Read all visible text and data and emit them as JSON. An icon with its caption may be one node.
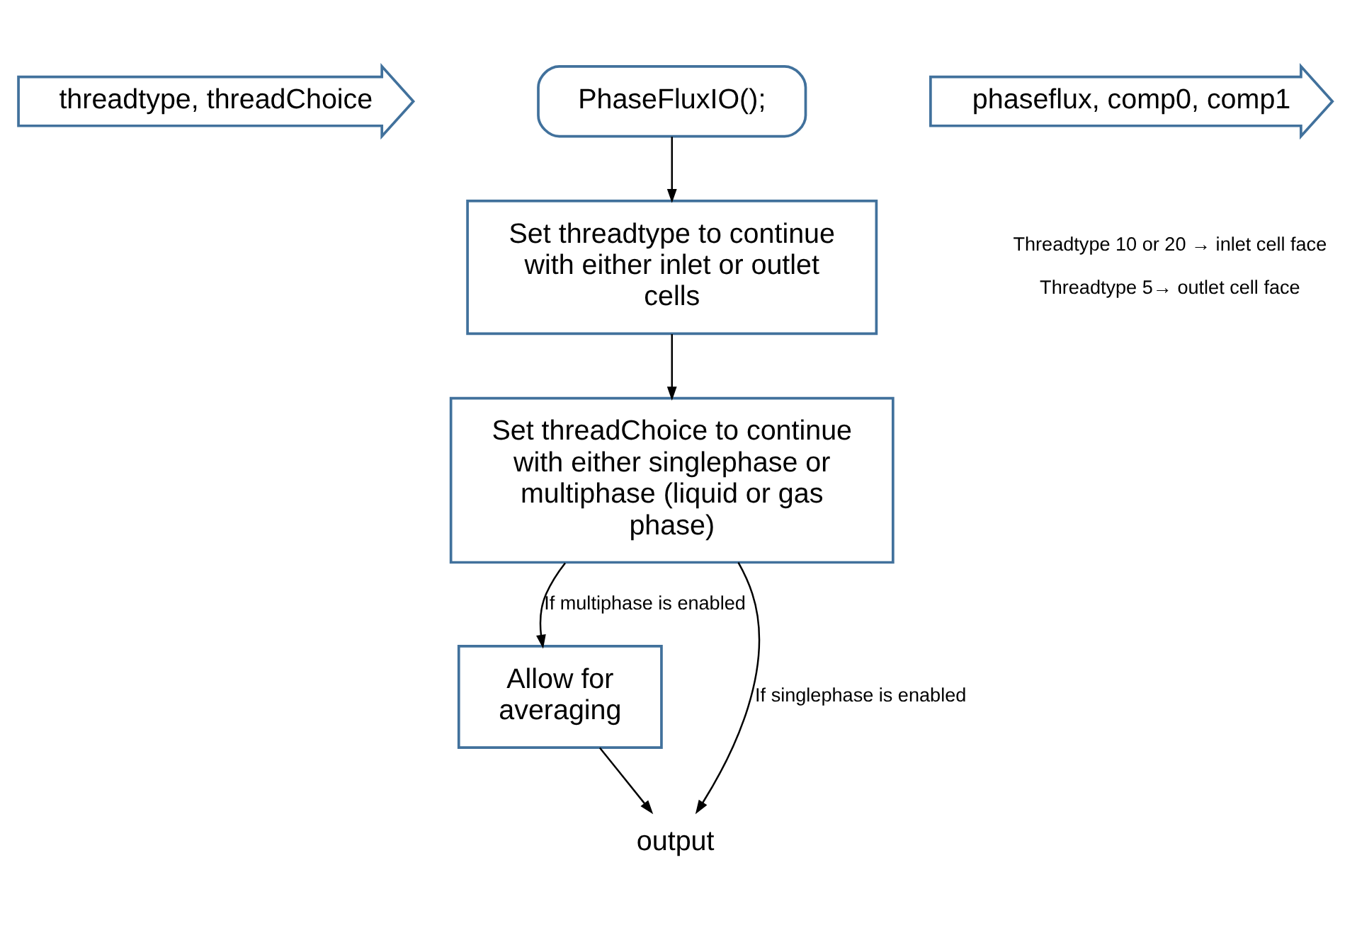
{
  "diagram": {
    "nodes": [
      {
        "text": [
          "threadtype, threadChoice"
        ]
      },
      {
        "text": [
          "PhaseFluxIO();"
        ]
      },
      {
        "text": [
          "phaseflux, comp0, comp1"
        ]
      },
      {
        "text": [
          "Set threadtype to continue with either inlet or outlet cells"
        ]
      },
      {
        "text": [
          "Set threadChoice to continue with either singlephase or multiphase (liquid or gas phase)"
        ]
      },
      {
        "text": [
          "Allow for averaging"
        ]
      },
      {
        "text": [
          "output"
        ]
      }
    ],
    "edges": [
      {
        "from": 1,
        "to": 3,
        "arrow": "to"
      },
      {
        "from": 3,
        "to": 4,
        "arrow": "to"
      },
      {
        "from": 4,
        "to": 6,
        "arrow": "to",
        "label": "If singlephase is enabled"
      },
      {
        "from": 4,
        "to": 5,
        "arrow": "to",
        "label": "If multiphase is enabled"
      },
      {
        "from": 5,
        "to": 6,
        "arrow": "to"
      }
    ],
    "labels": [
      "Threadtype 10 or 20 → inlet cell face",
      "Threadtype 5→ outlet cell face"
    ]
  }
}
